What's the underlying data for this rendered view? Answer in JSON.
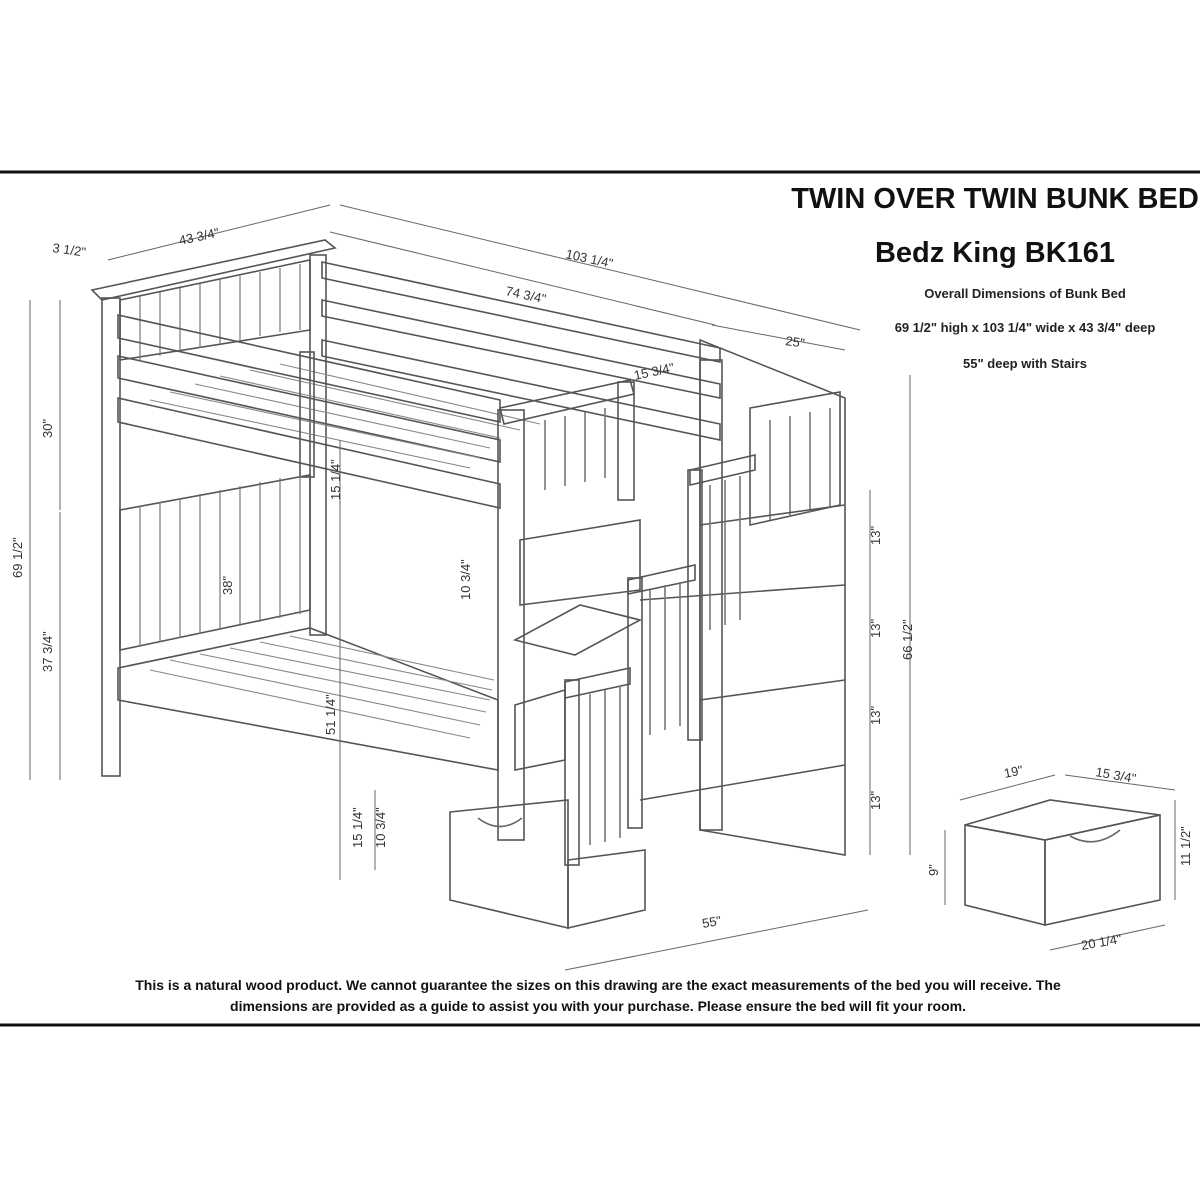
{
  "header": {
    "title": "TWIN OVER TWIN BUNK BED",
    "model": "Bedz King BK161",
    "overall_label": "Overall Dimensions of Bunk Bed",
    "overall_dims": "69 1/2\" high x 103 1/4\" wide x 43 3/4\" deep",
    "stairs_note": "55\" deep with Stairs"
  },
  "dimensions": {
    "post_width": "3 1/2\"",
    "bed_depth": "43 3/4\"",
    "total_width": "103 1/4\"",
    "mattress_length": "74 3/4\"",
    "stair_depth": "25\"",
    "guard_rail": "15 3/4\"",
    "upper_clear": "30\"",
    "total_height": "69 1/2\"",
    "lower_clear": "37 3/4\"",
    "bunk_gap": "38\"",
    "rail_height_upper": "15 1/4\"",
    "rail_side_upper": "10 3/4\"",
    "lower_inner": "51 1/4\"",
    "rail_height_lower": "15 1/4\"",
    "rail_side_lower": "10 3/4\"",
    "step1": "13\"",
    "step2": "13\"",
    "step3": "13\"",
    "step4": "13\"",
    "stair_height": "66 1/2\"",
    "overall_depth_stairs": "55\""
  },
  "drawer": {
    "width_top": "19\"",
    "depth_top": "15 3/4\"",
    "height_right": "11 1/2\"",
    "height_left": "9\"",
    "width_bottom": "20 1/4\""
  },
  "disclaimer": {
    "line1": "This is a natural wood product. We cannot guarantee the sizes on this drawing are the exact measurements of the bed you will receive. The",
    "line2": "dimensions are provided as a guide to assist you with your purchase. Please ensure the bed will fit your room."
  }
}
